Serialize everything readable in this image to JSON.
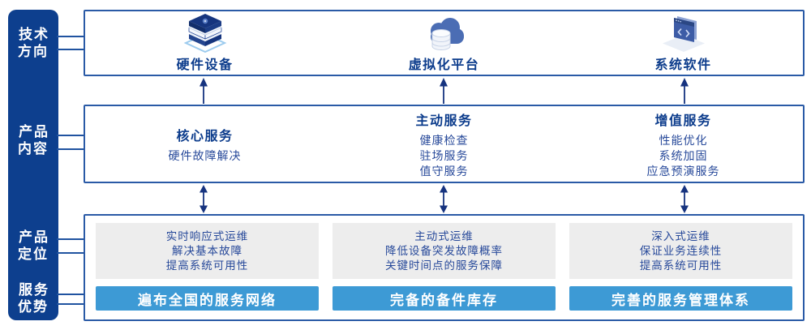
{
  "colors": {
    "sidebar_bg": "#0D3F8E",
    "panel_border": "#2A5AA6",
    "connector_line": "#2053A0",
    "title_navy": "#0C3C8C",
    "body_navy": "#27499A",
    "arrow_navy": "#16337F",
    "banner_blue": "#3D9AD5",
    "panel_gray": "#EDEDED",
    "icon_dark_blue": "#16357E",
    "icon_mid_blue": "#4B6DB4",
    "icon_light_blue": "#9CCBEE"
  },
  "sidebar": {
    "labels": [
      {
        "text": "技术\n方向"
      },
      {
        "text": "产品\n内容"
      },
      {
        "text": "产品\n定位"
      },
      {
        "text": "服务\n优势"
      }
    ]
  },
  "tech_row": {
    "items": [
      {
        "icon": "server-stack-icon",
        "label": "硬件设备"
      },
      {
        "icon": "cloud-database-icon",
        "label": "虚拟化平台"
      },
      {
        "icon": "code-window-icon",
        "label": "系统软件"
      }
    ]
  },
  "services_row": {
    "groups": [
      {
        "title": "核心服务",
        "items": [
          "硬件故障解决"
        ]
      },
      {
        "title": "主动服务",
        "items": [
          "健康检查",
          "驻场服务",
          "值守服务"
        ]
      },
      {
        "title": "增值服务",
        "items": [
          "性能优化",
          "系统加固",
          "应急预演服务"
        ]
      }
    ]
  },
  "positioning_row": {
    "columns": [
      {
        "points": [
          "实时响应式运维",
          "解决基本故障",
          "提高系统可用性"
        ],
        "banner": "遍布全国的服务网络"
      },
      {
        "points": [
          "主动式运维",
          "降低设备突发故障概率",
          "关键时间点的服务保障"
        ],
        "banner": "完备的备件库存"
      },
      {
        "points": [
          "深入式运维",
          "保证业务连续性",
          "提高系统可用性"
        ],
        "banner": "完善的服务管理体系"
      }
    ]
  }
}
